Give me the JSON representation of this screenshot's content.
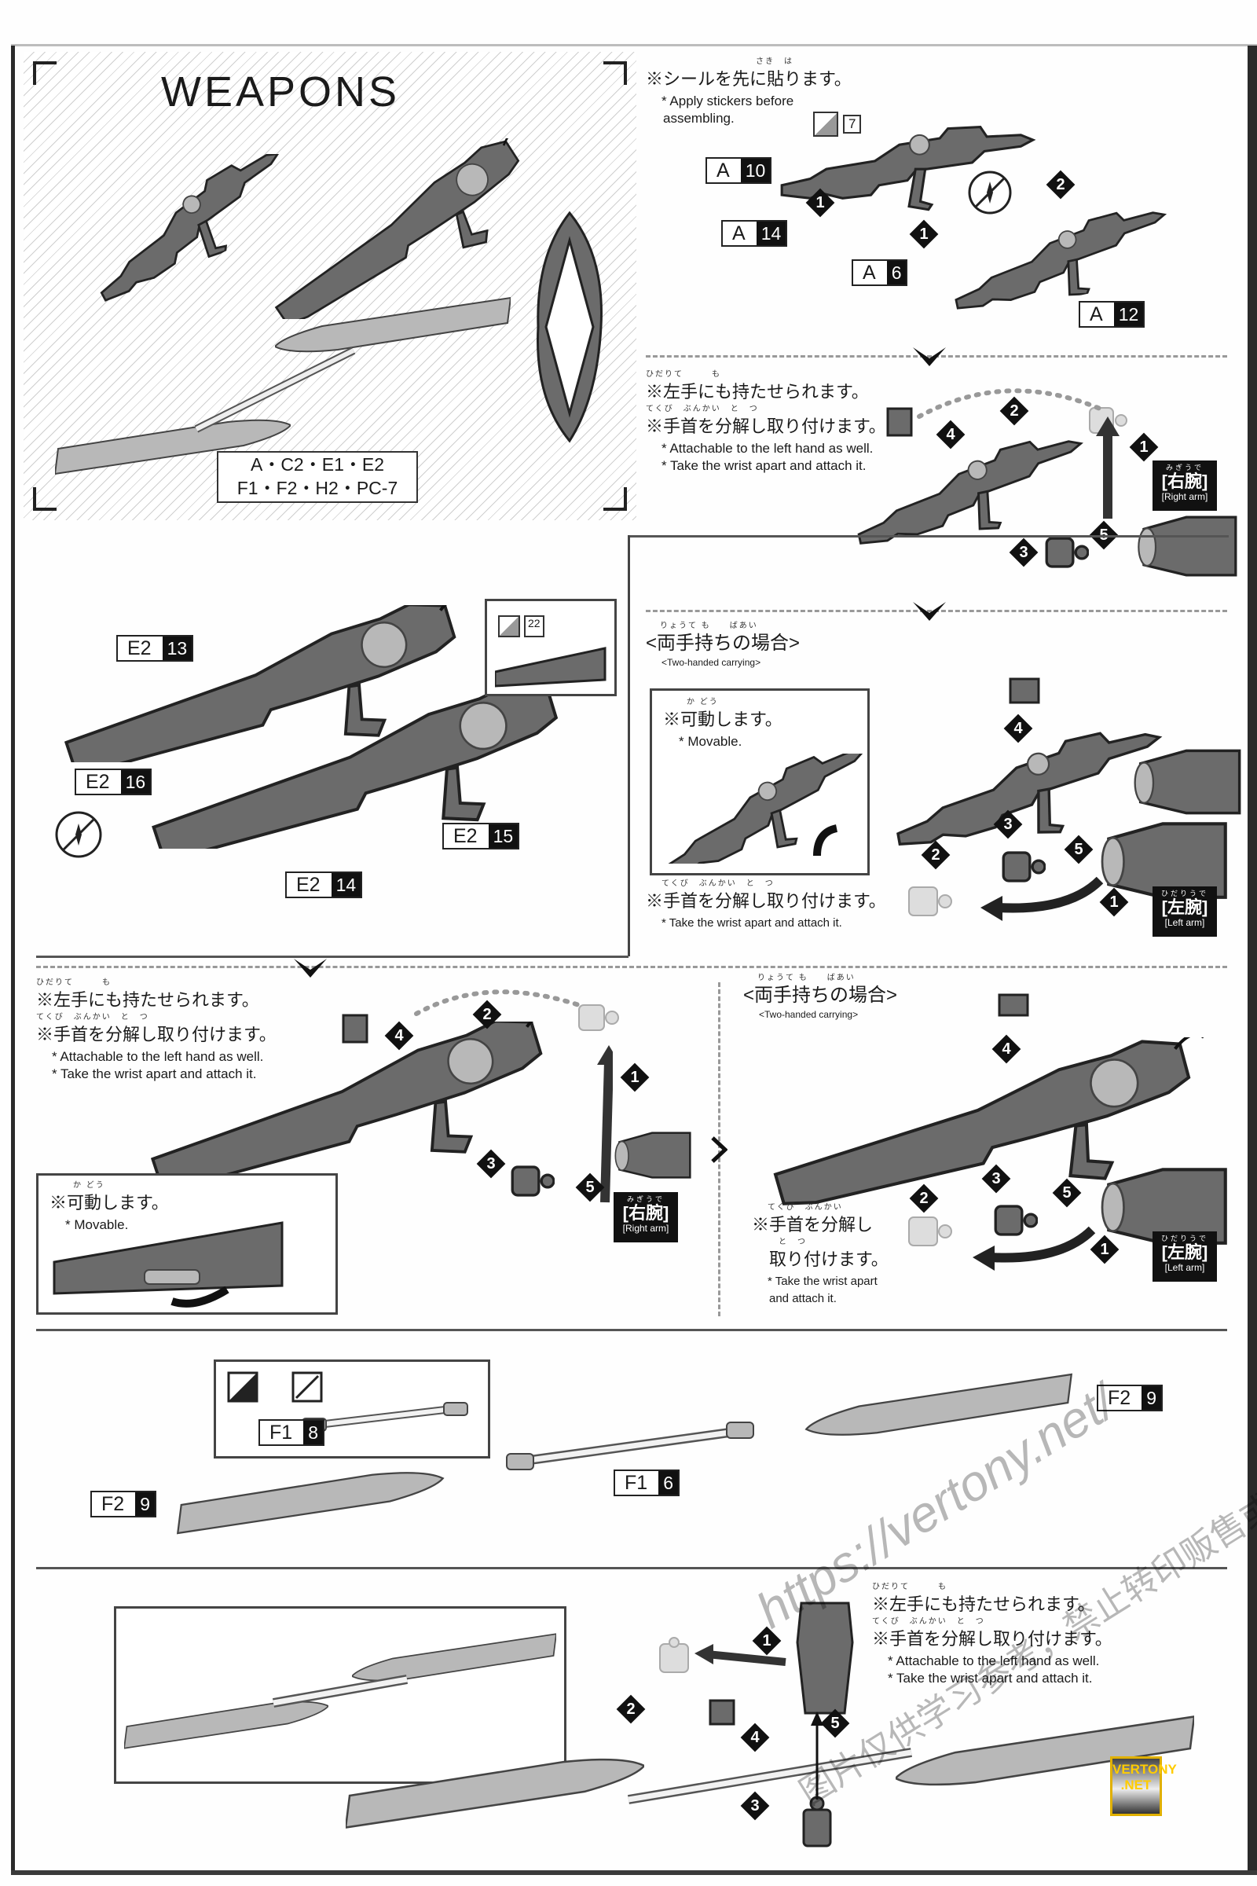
{
  "weapons": {
    "title": "WEAPONS",
    "parts_line1": "A・C2・E1・E2",
    "parts_line2": "F1・F2・H2・PC-7"
  },
  "step_rifle_assembly": {
    "note_jp": "※シールを先に貼ります。",
    "note_ruby": "さき　は",
    "note_en_1": "* Apply stickers before",
    "note_en_2": "assembling.",
    "sticker_number": "7",
    "parts": [
      {
        "letter": "A",
        "number": "10"
      },
      {
        "letter": "A",
        "number": "14"
      },
      {
        "letter": "A",
        "number": "6"
      },
      {
        "letter": "A",
        "number": "12"
      }
    ],
    "steps": [
      "1",
      "1",
      "2"
    ]
  },
  "step_rifle_right_hand": {
    "ruby_1": "ひだりて　　　も",
    "note_jp_1": "※左手にも持たせられます。",
    "ruby_2": "てくび　ぶんかい　と　つ",
    "note_jp_2": "※手首を分解し取り付けます。",
    "note_en_1": "* Attachable to the left hand as well.",
    "note_en_2": "* Take the wrist apart and attach it.",
    "arm_label": {
      "ruby": "みぎうで",
      "jp": "[右腕]",
      "en": "[Right arm]"
    },
    "steps": [
      "1",
      "2",
      "3",
      "4",
      "5"
    ]
  },
  "step_rifle_two_handed": {
    "title_ruby": "りょうて も　　ばあい",
    "title_jp": "<両手持ちの場合>",
    "title_en": "<Two-handed carrying>",
    "inset_ruby": "か どう",
    "inset_jp": "※可動します。",
    "inset_en": "* Movable.",
    "ruby_2": "てくび　ぶんかい　と　つ",
    "note_jp": "※手首を分解し取り付けます。",
    "note_en": "* Take the wrist apart and attach it.",
    "arm_label": {
      "ruby": "ひだりうで",
      "jp": "[左腕]",
      "en": "[Left arm]"
    },
    "steps": [
      "1",
      "2",
      "3",
      "4",
      "5"
    ]
  },
  "step_launcher_assembly": {
    "sticker_number": "22",
    "parts": [
      {
        "letter": "E2",
        "number": "13"
      },
      {
        "letter": "E2",
        "number": "16"
      },
      {
        "letter": "E2",
        "number": "15"
      },
      {
        "letter": "E2",
        "number": "14"
      }
    ]
  },
  "step_launcher_right_hand": {
    "ruby_1": "ひだりて　　　も",
    "note_jp_1": "※左手にも持たせられます。",
    "ruby_2": "てくび　ぶんかい　と　つ",
    "note_jp_2": "※手首を分解し取り付けます。",
    "note_en_1": "* Attachable to the left hand as well.",
    "note_en_2": "* Take the wrist apart and attach it.",
    "inset_ruby": "か どう",
    "inset_jp": "※可動します。",
    "inset_en": "* Movable.",
    "arm_label": {
      "ruby": "みぎうで",
      "jp": "[右腕]",
      "en": "[Right arm]"
    },
    "steps": [
      "1",
      "2",
      "3",
      "4",
      "5"
    ]
  },
  "step_launcher_two_handed": {
    "title_ruby": "りょうて も　　ばあい",
    "title_jp": "<両手持ちの場合>",
    "title_en": "<Two-handed carrying>",
    "ruby_2": "てくび　ぶんかい",
    "note_jp_1": "※手首を分解し",
    "ruby_3": "と　つ",
    "note_jp_2": "取り付けます。",
    "note_en_1": "* Take the wrist apart",
    "note_en_2": "and attach it.",
    "arm_label": {
      "ruby": "ひだりうで",
      "jp": "[左腕]",
      "en": "[Left arm]"
    },
    "steps": [
      "1",
      "2",
      "3",
      "4",
      "5"
    ]
  },
  "step_spear_assembly": {
    "parts": [
      {
        "letter": "F1",
        "number": "8"
      },
      {
        "letter": "F2",
        "number": "9"
      },
      {
        "letter": "F1",
        "number": "6"
      },
      {
        "letter": "F2",
        "number": "9"
      }
    ]
  },
  "step_spear_hand": {
    "ruby_1": "ひだりて　　　も",
    "note_jp_1": "※左手にも持たせられます。",
    "ruby_2": "てくび　ぶんかい　と　つ",
    "note_jp_2": "※手首を分解し取り付けます。",
    "note_en_1": "* Attachable to the left hand as well.",
    "note_en_2": "* Take the wrist apart and attach it.",
    "steps": [
      "1",
      "2",
      "3",
      "4",
      "5"
    ]
  },
  "watermark": {
    "url": "https://vertony.net/",
    "text_cn": "图片仅供学习参考，禁止转印贩售或商用",
    "logo_line1": "VERTONY",
    "logo_line2": ".NET"
  }
}
